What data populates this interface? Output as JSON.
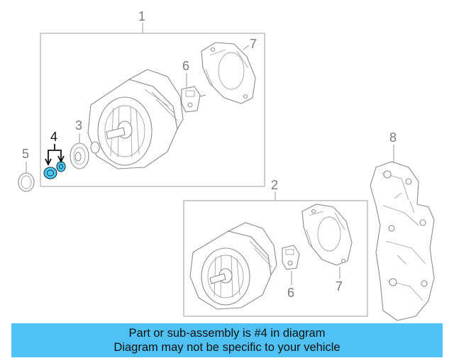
{
  "callouts": {
    "c1": "1",
    "c2": "2",
    "c3": "3",
    "c4": "4",
    "c5": "5",
    "c6a": "6",
    "c6b": "6",
    "c7a": "7",
    "c7b": "7",
    "c8": "8"
  },
  "highlight_color": "#4ec8f4",
  "banner": {
    "line1": "Part or sub-assembly is #4 in diagram",
    "line2": "Diagram may not be specific to your vehicle",
    "color": "#4fc1f5"
  }
}
